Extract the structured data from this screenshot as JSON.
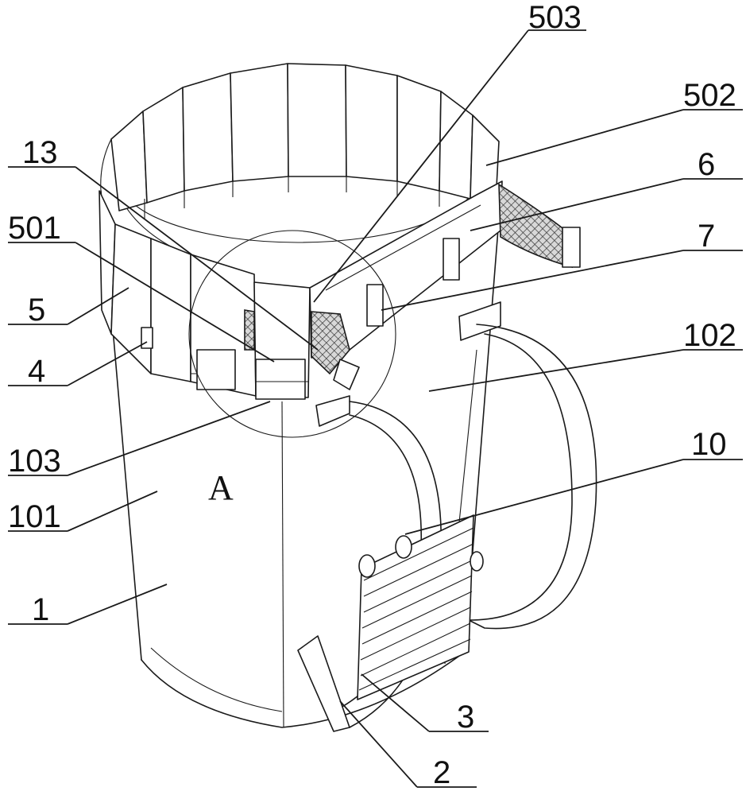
{
  "figure": {
    "detail_circle_label": "A",
    "reference_labels": {
      "r503": "503",
      "r502": "502",
      "r13": "13",
      "r6": "6",
      "r501": "501",
      "r7": "7",
      "r5": "5",
      "r102": "102",
      "r4": "4",
      "r103": "103",
      "r10": "10",
      "r101": "101",
      "r1": "1",
      "r3": "3",
      "r2": "2"
    }
  }
}
